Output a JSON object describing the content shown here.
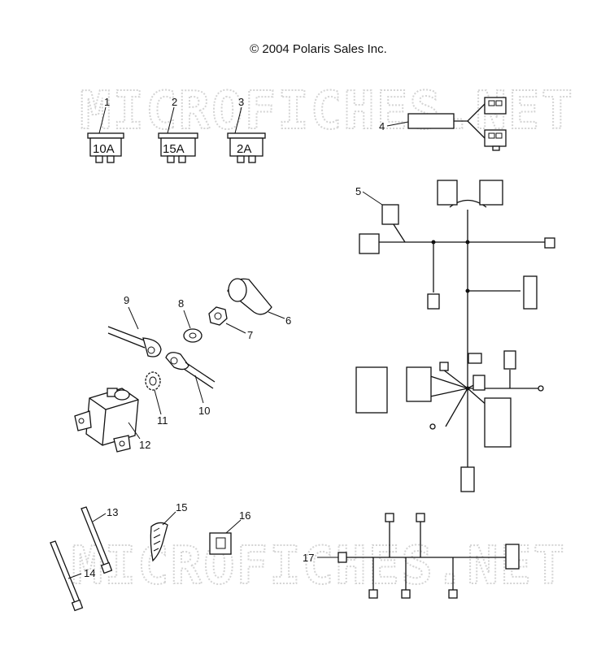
{
  "header": {
    "copyright": "© 2004 Polaris Sales Inc."
  },
  "watermark": {
    "text": "MICROFICHES.NET"
  },
  "fuses": [
    {
      "ref": "1",
      "rating": "10A"
    },
    {
      "ref": "2",
      "rating": "15A"
    },
    {
      "ref": "3",
      "rating": "2A"
    }
  ],
  "callouts": {
    "c4": "4",
    "c5": "5",
    "c6": "6",
    "c7": "7",
    "c8": "8",
    "c9": "9",
    "c10": "10",
    "c11": "11",
    "c12": "12",
    "c13": "13",
    "c14": "14",
    "c15": "15",
    "c16": "16",
    "c17": "17"
  }
}
